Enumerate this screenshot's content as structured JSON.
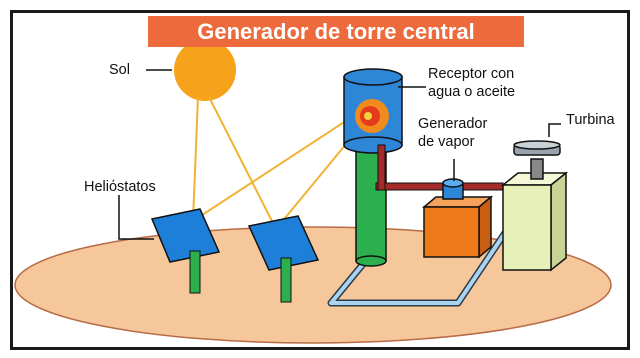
{
  "title": "Generador de torre central",
  "labels": {
    "sun": "Sol",
    "heliostats": "Heliόstatos",
    "receiver_line1": "Receptor con",
    "receiver_line2": "agua o aceite",
    "generator_line1": "Generador",
    "generator_line2": "de vapor",
    "turbine": "Turbina"
  },
  "colors": {
    "title_bg": "#ec6a3b",
    "ground": "#f6c79b",
    "sun": "#f7a21b",
    "light_rays": "#f2b233",
    "tower_top": "#2e86d6",
    "tower_body": "#2bb04d",
    "mirror": "#1e7fd8",
    "steam_pipe": "#a52a2a",
    "generator_box": "#ef7a1a",
    "turbine_box": "#e6f0b8",
    "water_pipe": "#a9d3ee"
  }
}
